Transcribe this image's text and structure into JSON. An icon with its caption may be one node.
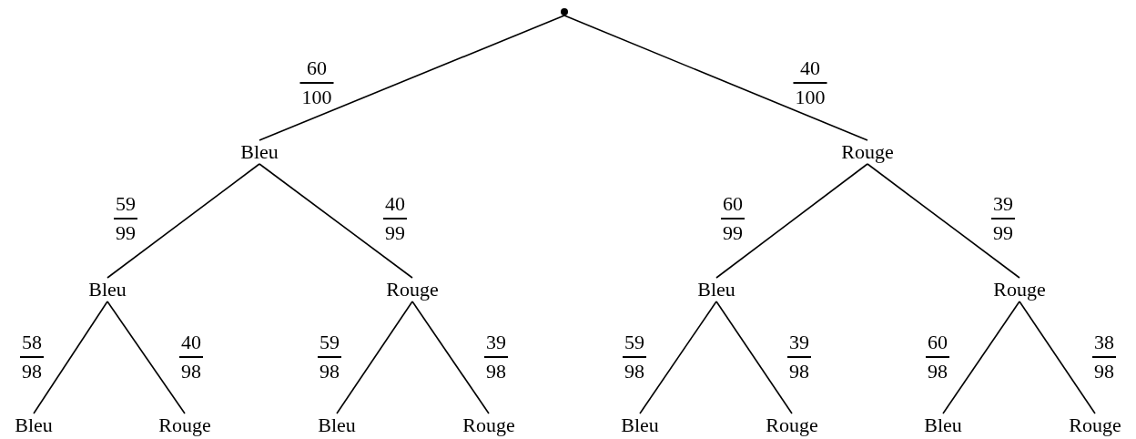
{
  "diagram": {
    "nodes": [
      {
        "text": [],
        "shape": "circle"
      },
      {
        "text": [
          "Bleu"
        ]
      },
      {
        "text": [
          "Rouge"
        ]
      },
      {
        "text": [
          "Bleu"
        ]
      },
      {
        "text": [
          "Rouge"
        ]
      },
      {
        "text": [
          "Bleu"
        ]
      },
      {
        "text": [
          "Rouge"
        ]
      },
      {
        "text": [
          "Bleu"
        ]
      },
      {
        "text": [
          "Rouge"
        ]
      },
      {
        "text": [
          "Bleu"
        ]
      },
      {
        "text": [
          "Rouge"
        ]
      },
      {
        "text": [
          "Bleu"
        ]
      },
      {
        "text": [
          "Rouge"
        ]
      },
      {
        "text": [
          "Bleu"
        ]
      },
      {
        "text": [
          "Rouge"
        ]
      }
    ],
    "edges": [
      {
        "from": 0,
        "to": 1,
        "arrow": "none",
        "label": "60 100"
      },
      {
        "from": 0,
        "to": 2,
        "arrow": "none",
        "label": "40 100"
      },
      {
        "from": 1,
        "to": 3,
        "arrow": "none",
        "label": "59 99"
      },
      {
        "from": 1,
        "to": 4,
        "arrow": "none",
        "label": "40 99"
      },
      {
        "from": 2,
        "to": 5,
        "arrow": "none",
        "label": "60 99"
      },
      {
        "from": 2,
        "to": 6,
        "arrow": "none",
        "label": "39 99"
      },
      {
        "from": 3,
        "to": 7,
        "arrow": "none",
        "label": "58 98"
      },
      {
        "from": 3,
        "to": 8,
        "arrow": "none",
        "label": "40 98"
      },
      {
        "from": 4,
        "to": 9,
        "arrow": "none",
        "label": "59 98"
      },
      {
        "from": 4,
        "to": 10,
        "arrow": "none",
        "label": "39 98"
      },
      {
        "from": 5,
        "to": 11,
        "arrow": "none",
        "label": "59 98"
      },
      {
        "from": 5,
        "to": 12,
        "arrow": "none",
        "label": "39 98"
      },
      {
        "from": 6,
        "to": 13,
        "arrow": "none",
        "label": "60 98"
      },
      {
        "from": 6,
        "to": 14,
        "arrow": "none",
        "label": "38 98"
      }
    ]
  }
}
